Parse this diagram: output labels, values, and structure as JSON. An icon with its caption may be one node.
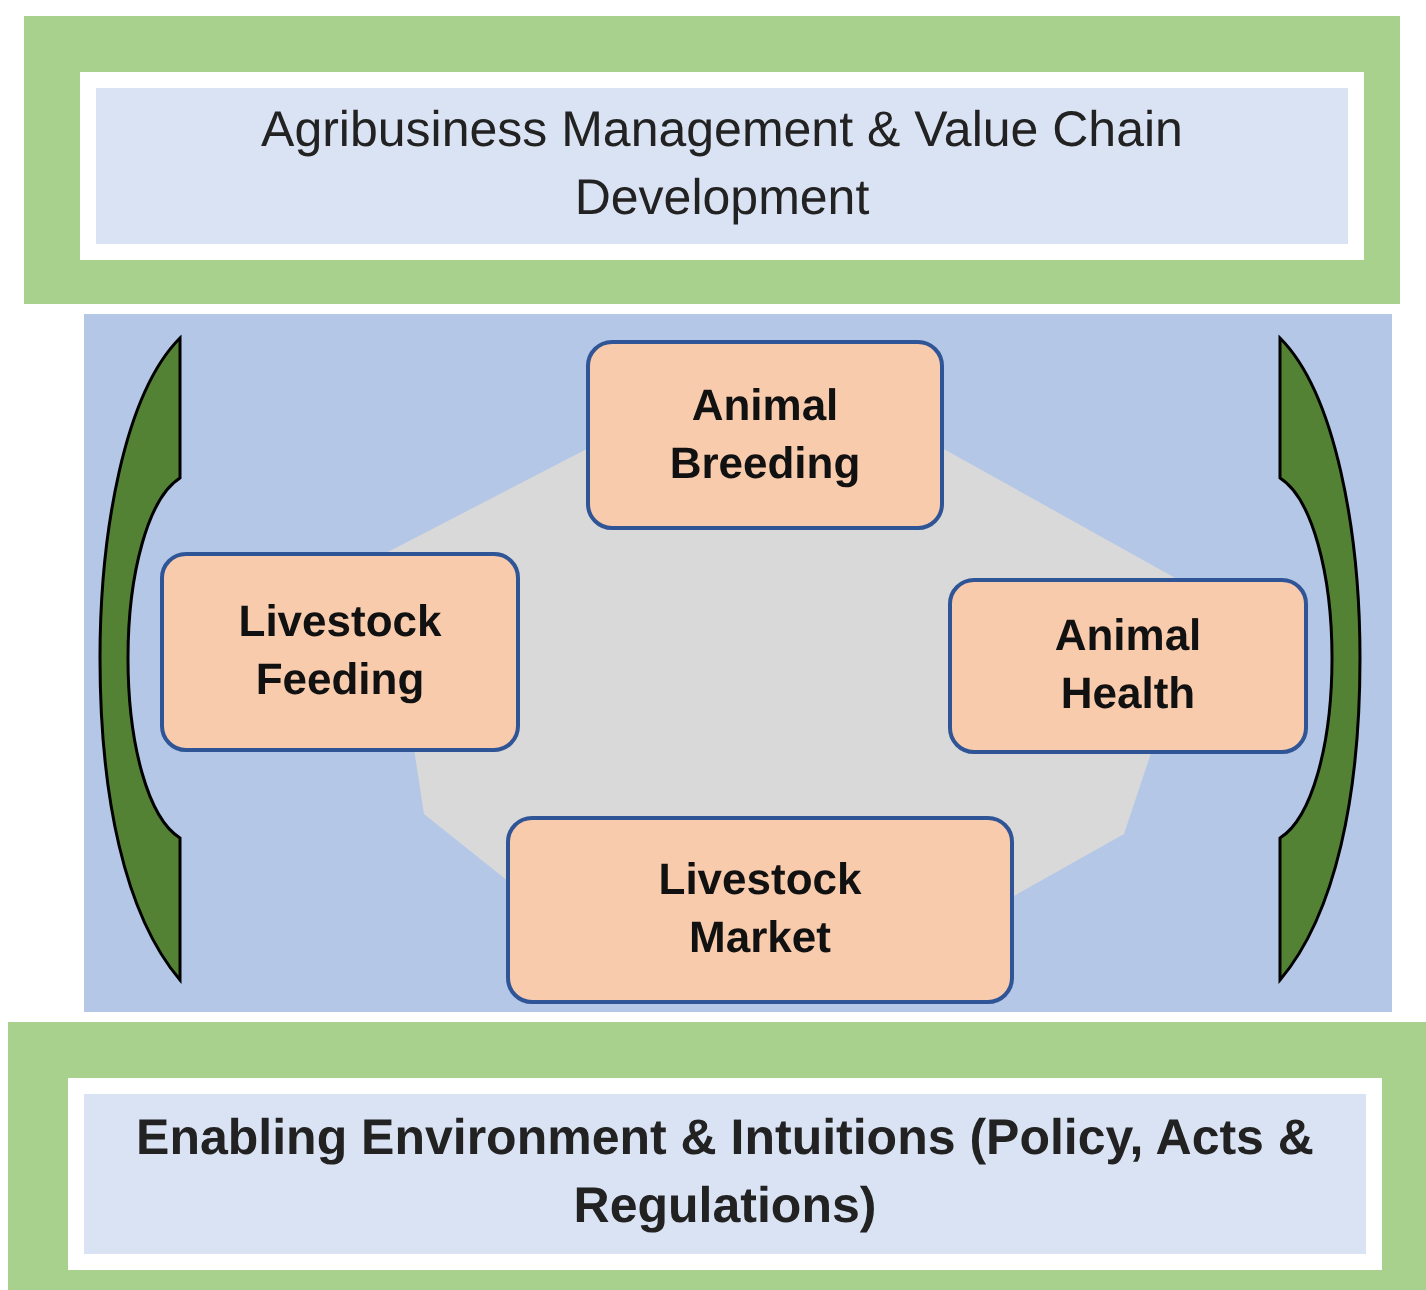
{
  "diagram": {
    "nodes": [
      {
        "text": [
          "Agribusiness Management & Value Chain Development"
        ]
      },
      {
        "text": [],
        "shape": "box"
      },
      {
        "text": [],
        "shape": "hexagon",
        "in": 1
      },
      {
        "text": [
          "Animal Breeding"
        ],
        "in": 1
      },
      {
        "text": [
          "Livestock Feeding"
        ],
        "in": 1
      },
      {
        "text": [
          "Animal Health"
        ],
        "in": 1
      },
      {
        "text": [
          "Livestock Market"
        ],
        "in": 1
      },
      {
        "text": [
          "Enabling Environment & Intuitions (Policy, Acts & Regulations)"
        ]
      }
    ]
  }
}
